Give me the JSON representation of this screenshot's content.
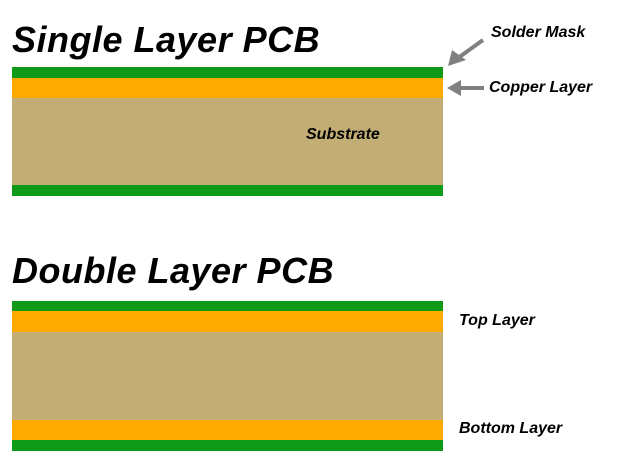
{
  "single": {
    "title": "Single Layer PCB",
    "labels": {
      "solder_mask": "Solder Mask",
      "copper_layer": "Copper Layer",
      "substrate": "Substrate"
    }
  },
  "double": {
    "title": "Double Layer PCB",
    "labels": {
      "top_layer": "Top Layer",
      "bottom_layer": "Bottom Layer"
    }
  },
  "colors": {
    "solder_mask": "#0f9a17",
    "copper": "#ffaa00",
    "substrate": "#c2ae74",
    "arrow": "#808080"
  }
}
